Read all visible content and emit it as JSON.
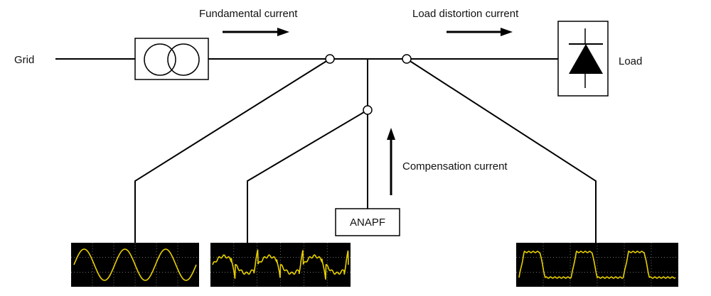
{
  "labels": {
    "grid": "Grid",
    "load": "Load",
    "fundamental_current": "Fundamental current",
    "load_distortion_current": "Load distortion current",
    "compensation_current": "Compensation current",
    "anapf": "ANAPF"
  },
  "colors": {
    "line": "#000000",
    "scope_background": "#000000",
    "scope_trace": "#e8d000",
    "scope_grid": "#ffffff"
  },
  "waveforms": {
    "fundamental": {
      "shape": "sine",
      "cycles": 3
    },
    "compensation": {
      "shape": "distorted-spikes",
      "cycles": 3
    },
    "load_distortion": {
      "shape": "trapezoid",
      "cycles": 3
    }
  },
  "icons": [
    "transformer-icon",
    "diode-icon",
    "arrow-right-icon",
    "arrow-up-icon"
  ]
}
